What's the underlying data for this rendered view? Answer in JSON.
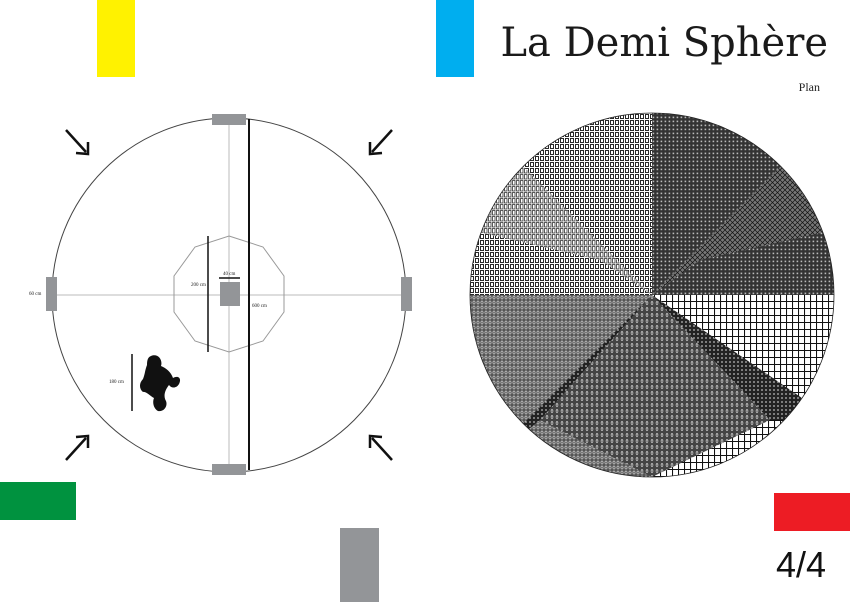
{
  "header": {
    "title": "La Demi Sphère",
    "subtitle": "Plan"
  },
  "footer": {
    "page_number": "4/4"
  },
  "colors": {
    "yellow": "#fff200",
    "blue": "#00aeef",
    "green": "#00923f",
    "red": "#ed1c24",
    "gray": "#939598"
  },
  "plan": {
    "dimension_labels": {
      "width_60": "60 cm",
      "width_40": "40 cm",
      "height_200": "200 cm",
      "span_600": "600 cm",
      "figure_180": "180 cm"
    }
  }
}
